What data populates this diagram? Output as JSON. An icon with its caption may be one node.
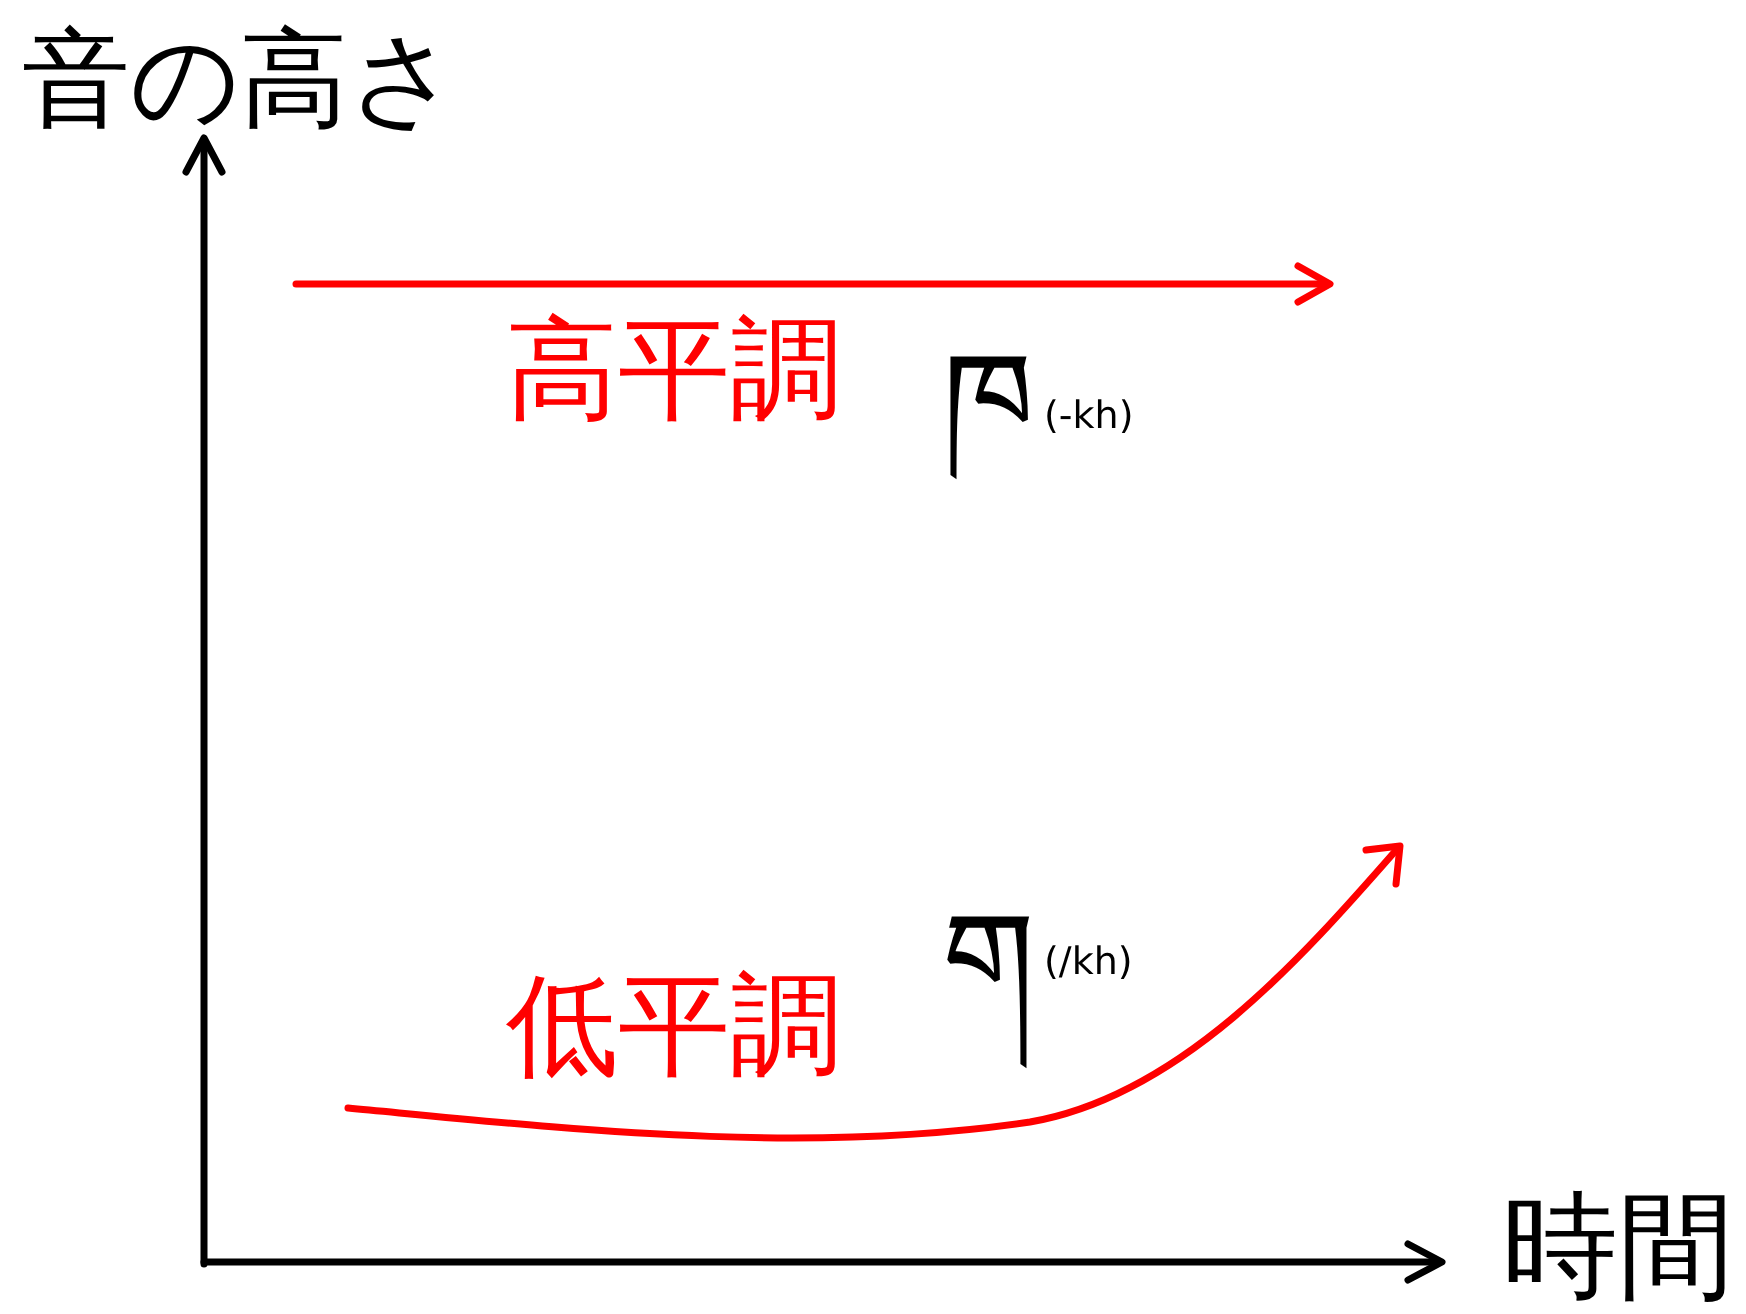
{
  "diagram": {
    "labels": [
      "音の高さ",
      "高平調",
      "ཁ",
      "(-kh)",
      "ག",
      "(/kh)",
      "低平調",
      "時間"
    ]
  }
}
